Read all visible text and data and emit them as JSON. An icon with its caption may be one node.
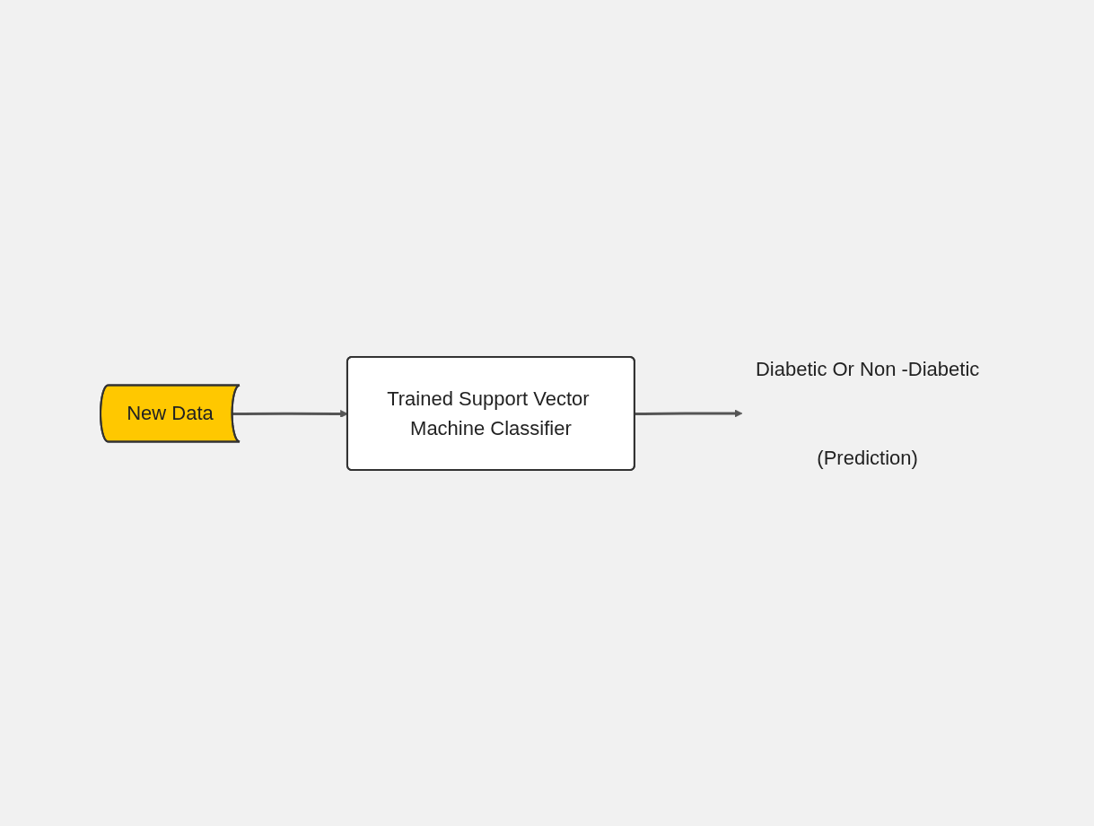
{
  "diagram": {
    "nodes": [
      {
        "text": [
          "New Data"
        ]
      },
      {
        "text": [
          "Trained Support Vector Machine Classifier"
        ]
      },
      {
        "text": [
          "Diabetic Or Non -Diabetic"
        ],
        "beside": [
          "(Prediction)"
        ]
      }
    ],
    "edges": [
      {
        "from": 0,
        "to": 1,
        "arrow": "to"
      },
      {
        "from": 1,
        "to": 2,
        "arrow": "to"
      }
    ]
  }
}
